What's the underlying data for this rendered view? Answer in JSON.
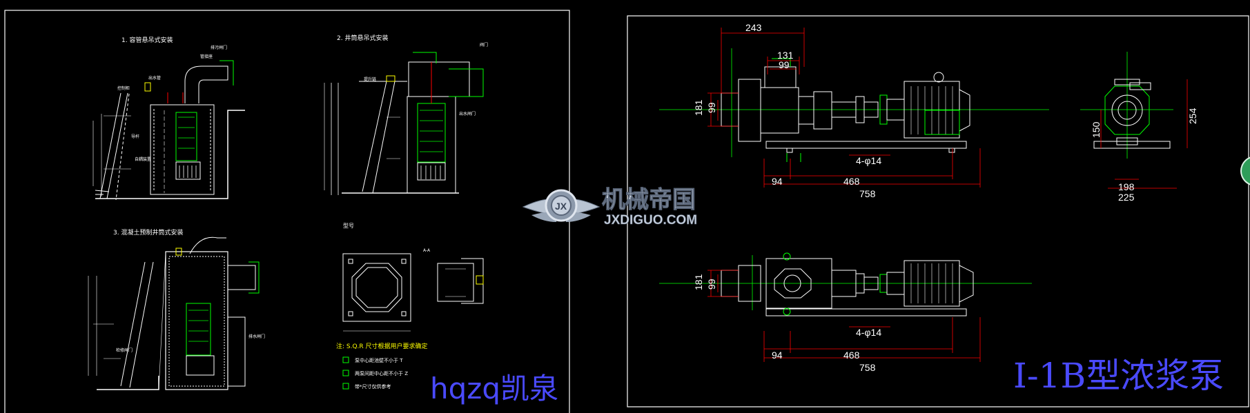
{
  "left_sheet": {
    "titles": [
      "1. 容管悬吊式安装",
      "2. 井筒悬吊式安装",
      "3. 混凝土预制井筒式安装"
    ],
    "callouts": [
      "排污闸门",
      "管接座",
      "控制柜",
      "出水管",
      "导杆",
      "自耦装置",
      "提升链",
      "阀门",
      "出水闸门",
      "检修闸门",
      "排水闸门"
    ],
    "model_label": "型号",
    "notes": {
      "heading": "注: S.Q.R  尺寸根据用户要求确定",
      "items": [
        "泵中心距池壁不小于 T",
        "两泵间距中心距不小于 Z",
        "带*尺寸仅供参考"
      ]
    },
    "section_label": "A-A",
    "signature": "hqzq凯泉"
  },
  "watermark": {
    "line1": "机械帝国",
    "line2": "JXDIGUO.COM",
    "emblem": "gear-wings-logo"
  },
  "right_sheet": {
    "dims_top": [
      "243",
      "131",
      "99",
      "181",
      "99",
      "4-φ14",
      "94",
      "468",
      "758"
    ],
    "dims_side": [
      "150",
      "254",
      "198",
      "225"
    ],
    "dims_bottom": [
      "181",
      "99",
      "4-φ14",
      "94",
      "468",
      "758"
    ],
    "title": "I-1B型浓浆泵"
  },
  "colors": {
    "frame": "#ffffff",
    "geometry": "#00ff00",
    "dimension": "#ff0000",
    "accent": "#ffff00",
    "stamp": "#4a4aff",
    "watermark": "#bfc9d6"
  }
}
